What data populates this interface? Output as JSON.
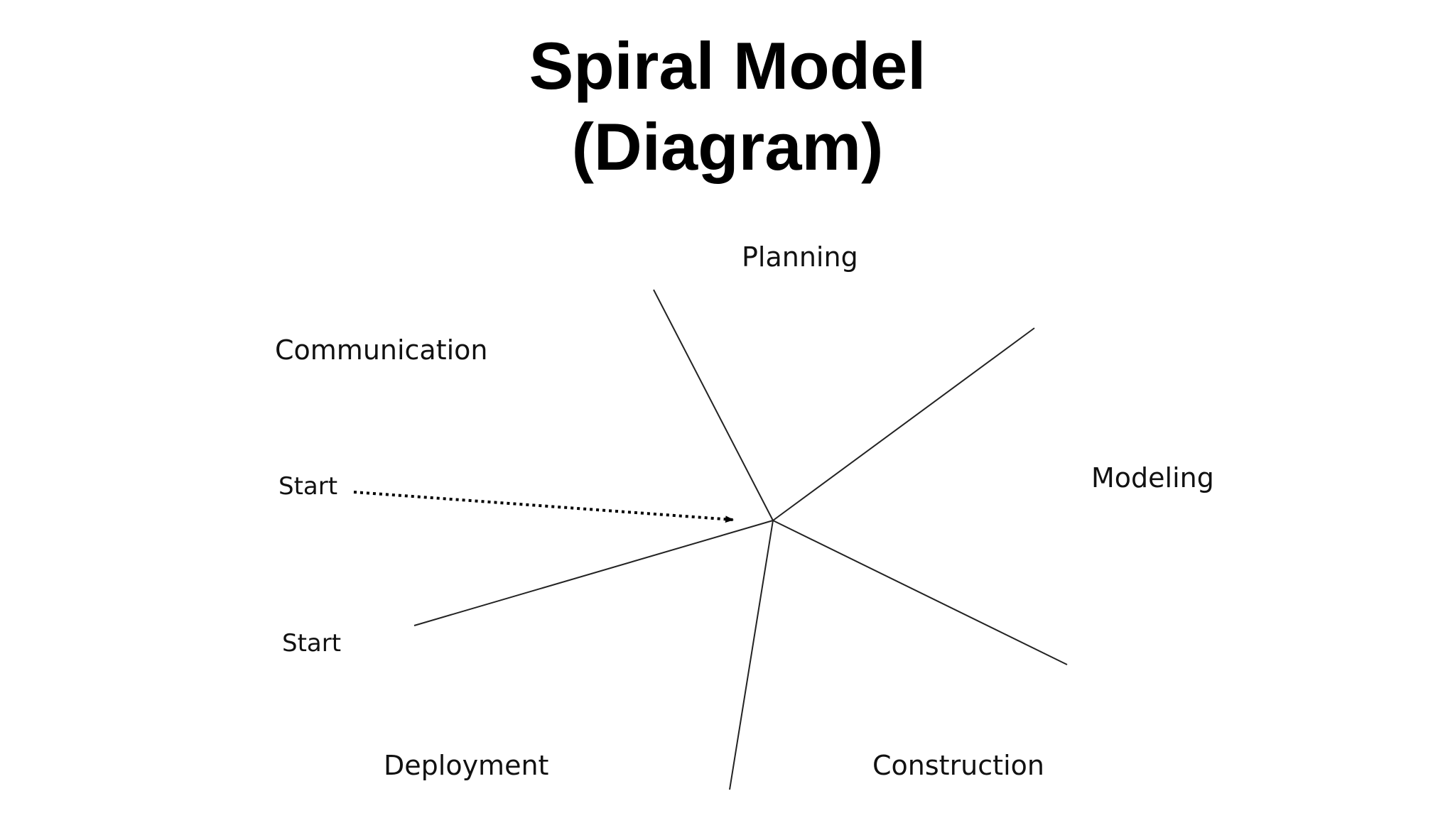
{
  "title": {
    "line1": "Spiral Model",
    "line2": "(Diagram)"
  },
  "phases": {
    "planning": "Planning",
    "communication": "Communication",
    "modeling": "Modeling",
    "construction": "Construction",
    "deployment": "Deployment"
  },
  "start_labels": {
    "upper": "Start",
    "lower": "Start"
  },
  "colors": {
    "background": "#ffffff",
    "ink": "#000000"
  }
}
